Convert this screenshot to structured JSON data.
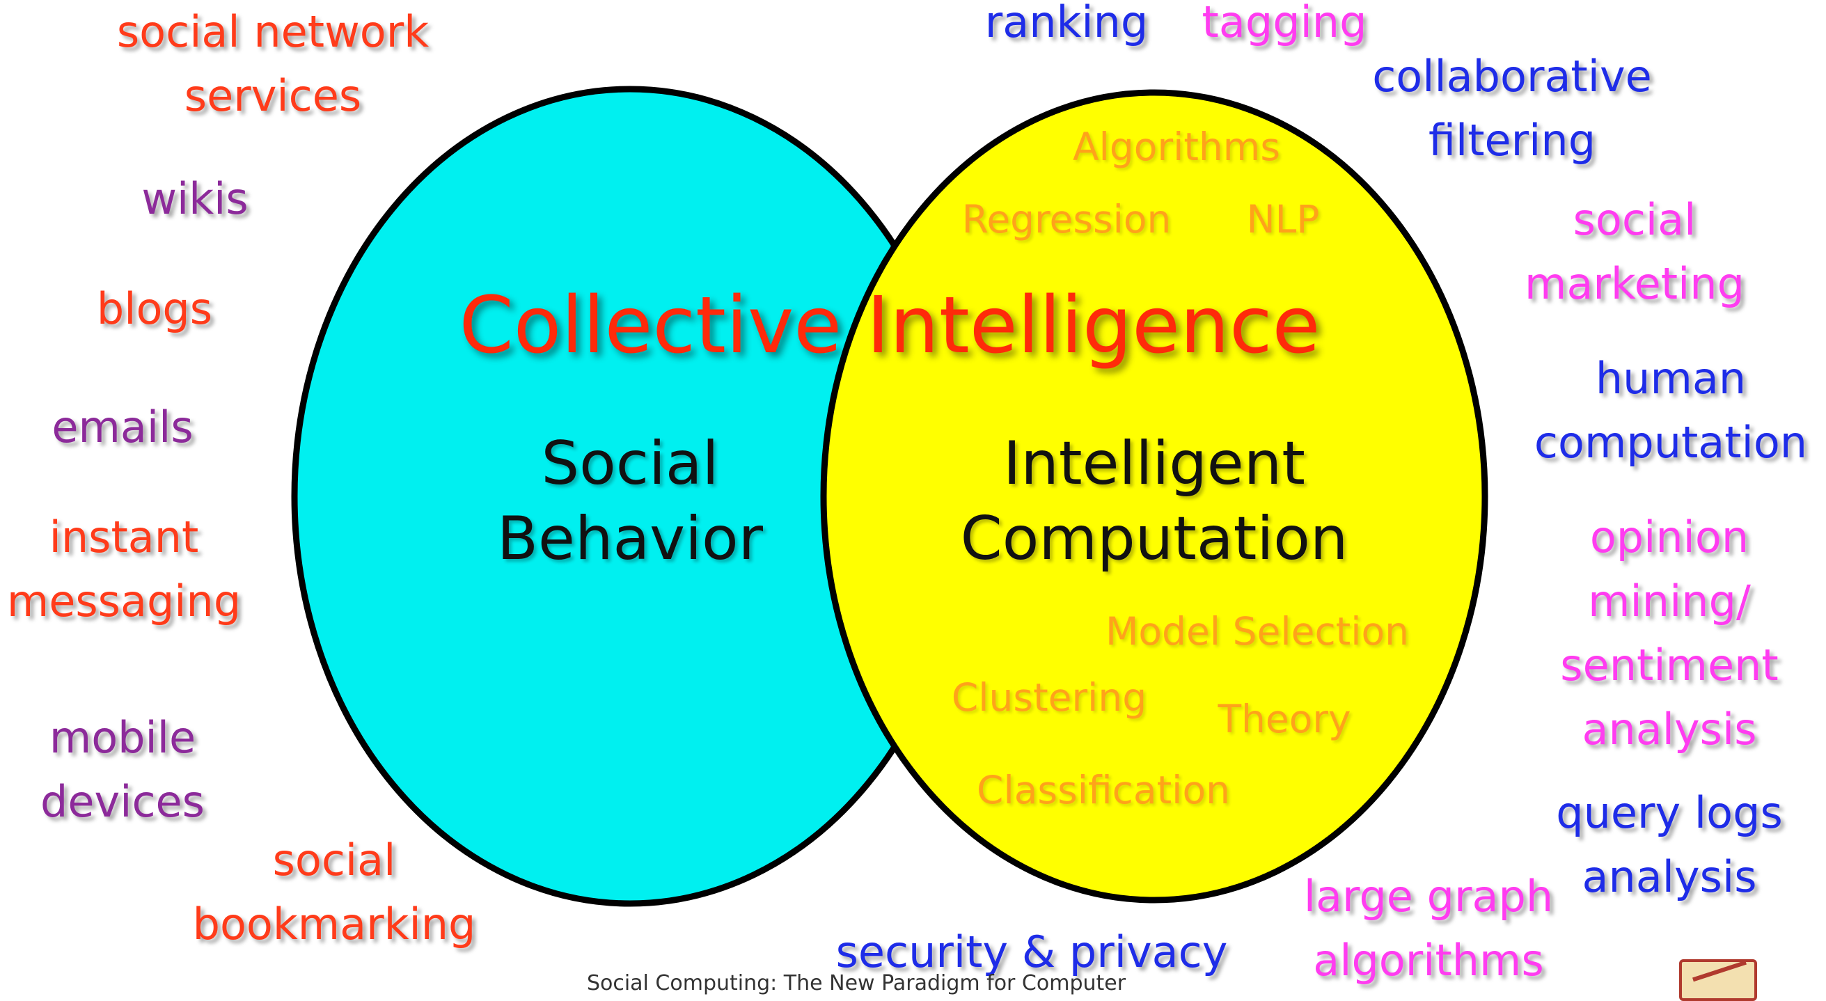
{
  "title": "Collective Intelligence",
  "left_circle": {
    "line1": "Social",
    "line2": "Behavior"
  },
  "right_circle": {
    "line1": "Intelligent",
    "line2": "Computation"
  },
  "inner_terms": {
    "algorithms": "Algorithms",
    "regression": "Regression",
    "nlp": "NLP",
    "model_selection": "Model Selection",
    "clustering": "Clustering",
    "theory": "Theory",
    "classification": "Classification"
  },
  "left_terms": {
    "social_network_1": "social network",
    "social_network_2": "services",
    "wikis": "wikis",
    "blogs": "blogs",
    "emails": "emails",
    "instant_1": "instant",
    "instant_2": "messaging",
    "mobile_1": "mobile",
    "mobile_2": "devices",
    "bookmarking_1": "social",
    "bookmarking_2": "bookmarking"
  },
  "top_terms": {
    "ranking": "ranking",
    "tagging": "tagging"
  },
  "right_terms": {
    "collab_1": "collaborative",
    "collab_2": "filtering",
    "marketing_1": "social",
    "marketing_2": "marketing",
    "human_1": "human",
    "human_2": "computation",
    "opinion_1": "opinion",
    "opinion_2": "mining/",
    "opinion_3": "sentiment",
    "opinion_4": "analysis",
    "query_1": "query logs",
    "query_2": "analysis",
    "graph_1": "large graph",
    "graph_2": "algorithms"
  },
  "bottom_terms": {
    "security": "security & privacy"
  },
  "footer": "Social Computing: The New Paradigm for Computer",
  "colors": {
    "left_circle_fill": "#00f0f0",
    "right_circle_fill": "#ffff00",
    "outline": "#000000"
  }
}
